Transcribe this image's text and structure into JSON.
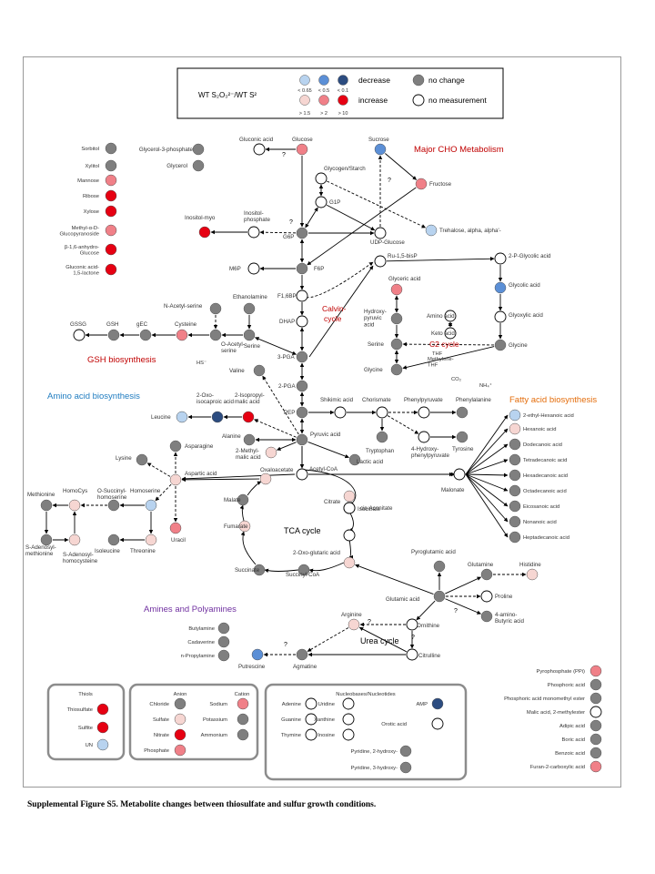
{
  "colors": {
    "dec_1": "#b8d3ef",
    "dec_2": "#5b8fd6",
    "dec_3": "#2c4c80",
    "inc_1": "#f6d6d2",
    "inc_2": "#f08088",
    "inc_3": "#e60012",
    "nochange": "#7f7f7f",
    "none": "#ffffff",
    "title_red": "#c00000",
    "title_blue": "#1f7cc0",
    "title_orange": "#e46c0a",
    "title_purple": "#7030a0"
  },
  "legend": {
    "label": "WT S₂O₃²⁻/WT S²",
    "dec_ticks": [
      "< 0.65",
      "< 0.5",
      "< 0.1"
    ],
    "inc_ticks": [
      "> 1.5",
      "> 2",
      "> 10"
    ],
    "decrease": "decrease",
    "increase": "increase",
    "no_change": "no change",
    "no_measurement": "no measurement"
  },
  "titles": {
    "cho": "Major CHO Metabolism",
    "gsh": "GSH biosynthesis",
    "amino": "Amino acid biosynthesis",
    "fatty": "Fatty acid biosynthesis",
    "amines": "Amines and Polyamines",
    "calvin1": "Calvin-",
    "calvin2": "cycle",
    "c2": "C2 cycle",
    "tca": "TCA cycle",
    "urea": "Urea cycle"
  },
  "sugars": [
    {
      "label": "Sorbitol",
      "s": "nochange"
    },
    {
      "label": "Xylitol",
      "s": "nochange"
    },
    {
      "label": "Mannose",
      "s": "inc_2"
    },
    {
      "label": "Ribose",
      "s": "inc_3"
    },
    {
      "label": "Xylose",
      "s": "inc_3"
    },
    {
      "label": "Methyl-α-D-\nGlucopyranoside",
      "s": "inc_2"
    },
    {
      "label": "β-1,6-anhydro-\nGlucose",
      "s": "inc_3"
    },
    {
      "label": "Gluconic acid-\n1,5-lactone",
      "s": "inc_3"
    }
  ],
  "sugars2": [
    {
      "label": "Glycerol-3-phosphate",
      "s": "nochange"
    },
    {
      "label": "Glycerol",
      "s": "nochange"
    }
  ],
  "nodes": [
    {
      "label": "Gluconic acid",
      "s": "none"
    },
    {
      "label": "Glucose",
      "s": "inc_2"
    },
    {
      "label": "Sucrose",
      "s": "dec_2"
    },
    {
      "label": "Glycogen/Starch",
      "s": "none"
    },
    {
      "label": "G1P",
      "s": "none"
    },
    {
      "label": "Fructose",
      "s": "inc_2"
    },
    {
      "label": "Trehalose, alpha, alpha'-",
      "s": "dec_1"
    },
    {
      "label": "Inositol-myo",
      "s": "inc_3"
    },
    {
      "label": "Inositol-\nphosphate",
      "s": "none"
    },
    {
      "label": "G6P",
      "s": "nochange"
    },
    {
      "label": "UDP-Glucose",
      "s": "none"
    },
    {
      "label": "F6P",
      "s": "nochange"
    },
    {
      "label": "M6P",
      "s": "none"
    },
    {
      "label": "Ru-1,5-bisP",
      "s": "none"
    },
    {
      "label": "2-P-Glycolic acid",
      "s": "none"
    },
    {
      "label": "Glycolic acid",
      "s": "dec_2"
    },
    {
      "label": "Glyoxylic acid",
      "s": "none"
    },
    {
      "label": "Glycine",
      "s": "nochange"
    },
    {
      "label": "Glyceric acid",
      "s": "inc_2"
    },
    {
      "label": "Hydroxy-\npyruvic\nacid",
      "s": "nochange"
    },
    {
      "label": "Serine",
      "s": "nochange"
    },
    {
      "label": "Glycine",
      "s": "nochange"
    },
    {
      "label": "Amino acid",
      "s": "none"
    },
    {
      "label": "Keto acid",
      "s": "none"
    },
    {
      "label": "F1,6BP",
      "s": "none"
    },
    {
      "label": "DHAP",
      "s": "none"
    },
    {
      "label": "3-PGA",
      "s": "nochange"
    },
    {
      "label": "2-PGA",
      "s": "nochange"
    },
    {
      "label": "PEP",
      "s": "nochange"
    },
    {
      "label": "Shikimic acid",
      "s": "none"
    },
    {
      "label": "Chorismate",
      "s": "none"
    },
    {
      "label": "Phenylpyruvate",
      "s": "none"
    },
    {
      "label": "Phenylalanine",
      "s": "nochange"
    },
    {
      "label": "Tryptophan",
      "s": "nochange"
    },
    {
      "label": "4-Hydroxy-\nphenylpyruvate",
      "s": "none"
    },
    {
      "label": "Tyrosine",
      "s": "nochange"
    },
    {
      "label": "Pyruvic acid",
      "s": "nochange"
    },
    {
      "label": "Lactic acid",
      "s": "nochange"
    },
    {
      "label": "Acetyl-CoA",
      "s": "none"
    },
    {
      "label": "Malonate",
      "s": "none"
    },
    {
      "label": "Alanine",
      "s": "nochange"
    },
    {
      "label": "2-Methyl-\nmalic acid",
      "s": "inc_1"
    },
    {
      "label": "2-Oxo-\nisocaproic acid",
      "s": "dec_3"
    },
    {
      "label": "2-Isopropyl-\nmalic acid",
      "s": "inc_3"
    },
    {
      "label": "Leucine",
      "s": "dec_1"
    },
    {
      "label": "Valine",
      "s": "nochange"
    },
    {
      "label": "Ethanolamine",
      "s": "nochange"
    },
    {
      "label": "N-Acetyl-serine",
      "s": "nochange"
    },
    {
      "label": "O-Acetyl-\nserine",
      "s": "nochange"
    },
    {
      "label": "Serine",
      "s": "nochange"
    },
    {
      "label": "Cysteine",
      "s": "inc_2"
    },
    {
      "label": "GSSG",
      "s": "none"
    },
    {
      "label": "GSH",
      "s": "nochange"
    },
    {
      "label": "gEC",
      "s": "nochange"
    },
    {
      "label": "Asparagine",
      "s": "nochange"
    },
    {
      "label": "Lysine",
      "s": "nochange"
    },
    {
      "label": "Aspartic acid",
      "s": "inc_1"
    },
    {
      "label": "O-Succinyl-\nhomoserine",
      "s": "nochange"
    },
    {
      "label": "Homoserine",
      "s": "dec_1"
    },
    {
      "label": "Methionine",
      "s": "nochange"
    },
    {
      "label": "HomoCys",
      "s": "inc_1"
    },
    {
      "label": "S-Adenosyl-\nmethionine",
      "s": "nochange"
    },
    {
      "label": "S-Adenosyl-\nhomocysteine",
      "s": "inc_1"
    },
    {
      "label": "Isoleucine",
      "s": "nochange"
    },
    {
      "label": "Threonine",
      "s": "inc_1"
    },
    {
      "label": "Uracil",
      "s": "inc_2"
    },
    {
      "label": "Oxaloacetate",
      "s": "inc_1"
    },
    {
      "label": "Malate",
      "s": "nochange"
    },
    {
      "label": "Fumarate",
      "s": "inc_1"
    },
    {
      "label": "Succinate",
      "s": "nochange"
    },
    {
      "label": "Succinyl-CoA",
      "s": "nochange"
    },
    {
      "label": "2-Oxo-glutaric acid",
      "s": "inc_1"
    },
    {
      "label": "Isocitrate",
      "s": "none"
    },
    {
      "label": "cis-Aconitate",
      "s": "none"
    },
    {
      "label": "Citrate",
      "s": "inc_1"
    },
    {
      "label": "Pyroglutamic acid",
      "s": "nochange"
    },
    {
      "label": "Glutamine",
      "s": "nochange"
    },
    {
      "label": "Histidine",
      "s": "inc_1"
    },
    {
      "label": "Glutamic acid",
      "s": "nochange"
    },
    {
      "label": "Proline",
      "s": "none"
    },
    {
      "label": "4-amino-\nButyric acid",
      "s": "nochange"
    },
    {
      "label": "Arginine",
      "s": "inc_1"
    },
    {
      "label": "Ornithine",
      "s": "none"
    },
    {
      "label": "Citrulline",
      "s": "none"
    },
    {
      "label": "Agmatine",
      "s": "nochange"
    },
    {
      "label": "Putrescine",
      "s": "dec_2"
    }
  ],
  "fatty_acids": [
    {
      "label": "2-ethyl-Hexanoic acid",
      "s": "dec_1"
    },
    {
      "label": "Hexanoic acid",
      "s": "inc_1"
    },
    {
      "label": "Dodecanoic acid",
      "s": "nochange"
    },
    {
      "label": "Tetradecanoic acid",
      "s": "nochange"
    },
    {
      "label": "Hexadecanoic acid",
      "s": "nochange"
    },
    {
      "label": "Octadecanoic acid",
      "s": "nochange"
    },
    {
      "label": "Eicosanoic acid",
      "s": "nochange"
    },
    {
      "label": "Nonanoic acid",
      "s": "nochange"
    },
    {
      "label": "Heptadecanoic acid",
      "s": "nochange"
    }
  ],
  "amines": [
    {
      "label": "Butylamine",
      "s": "nochange"
    },
    {
      "label": "Cadaverine",
      "s": "nochange"
    },
    {
      "label": "n-Propylamine",
      "s": "nochange"
    }
  ],
  "misc_acids": [
    {
      "label": "Pyrophosphate (PPi)",
      "s": "inc_2"
    },
    {
      "label": "Phosphoric acid",
      "s": "nochange"
    },
    {
      "label": "Phosphoric acid monomethyl ester",
      "s": "nochange"
    },
    {
      "label": "Malic acid, 2-methylester",
      "s": "none"
    },
    {
      "label": "Adipic acid",
      "s": "nochange"
    },
    {
      "label": "Boric acid",
      "s": "nochange"
    },
    {
      "label": "Benzoic acid",
      "s": "nochange"
    },
    {
      "label": "Furan-2-carboxylic acid",
      "s": "inc_2"
    }
  ],
  "thiols": {
    "title": "Thiols",
    "items": [
      {
        "label": "Thiosulfate",
        "s": "inc_3"
      },
      {
        "label": "Sulfite",
        "s": "inc_3"
      },
      {
        "label": "UN",
        "s": "dec_1"
      }
    ]
  },
  "ions": {
    "anion": "Anion",
    "cation": "Cation",
    "anions": [
      {
        "label": "Chloride",
        "s": "nochange"
      },
      {
        "label": "Sulfate",
        "s": "inc_1"
      },
      {
        "label": "Nitrate",
        "s": "inc_3"
      },
      {
        "label": "Phosphate",
        "s": "inc_2"
      }
    ],
    "cations": [
      {
        "label": "Sodium",
        "s": "inc_2"
      },
      {
        "label": "Potassium",
        "s": "nochange"
      },
      {
        "label": "Ammonium",
        "s": "nochange"
      }
    ]
  },
  "nucleo": {
    "title": "Nucleobases/Nucleotides",
    "items": [
      {
        "label": "Adenine",
        "s": "none"
      },
      {
        "label": "Guanine",
        "s": "none"
      },
      {
        "label": "Thymine",
        "s": "none"
      },
      {
        "label": "Uridine",
        "s": "none"
      },
      {
        "label": "Xanthine",
        "s": "none"
      },
      {
        "label": "Inosine",
        "s": "none"
      },
      {
        "label": "AMP",
        "s": "dec_3"
      },
      {
        "label": "Orotic acid",
        "s": "none"
      },
      {
        "label": "Pyridine, 2-hydroxy-",
        "s": "nochange"
      },
      {
        "label": "Pyridine, 3-hydroxy-",
        "s": "nochange"
      }
    ]
  },
  "extra_labels": {
    "q": "?",
    "hs": "HS⁻",
    "thf": "THF",
    "methylene_thf": "Methylene-\nTHF",
    "co2": "CO₂",
    "nh4": "NH₄⁺"
  },
  "caption": "Supplemental Figure S5. Metabolite changes between thiosulfate and sulfur growth conditions."
}
